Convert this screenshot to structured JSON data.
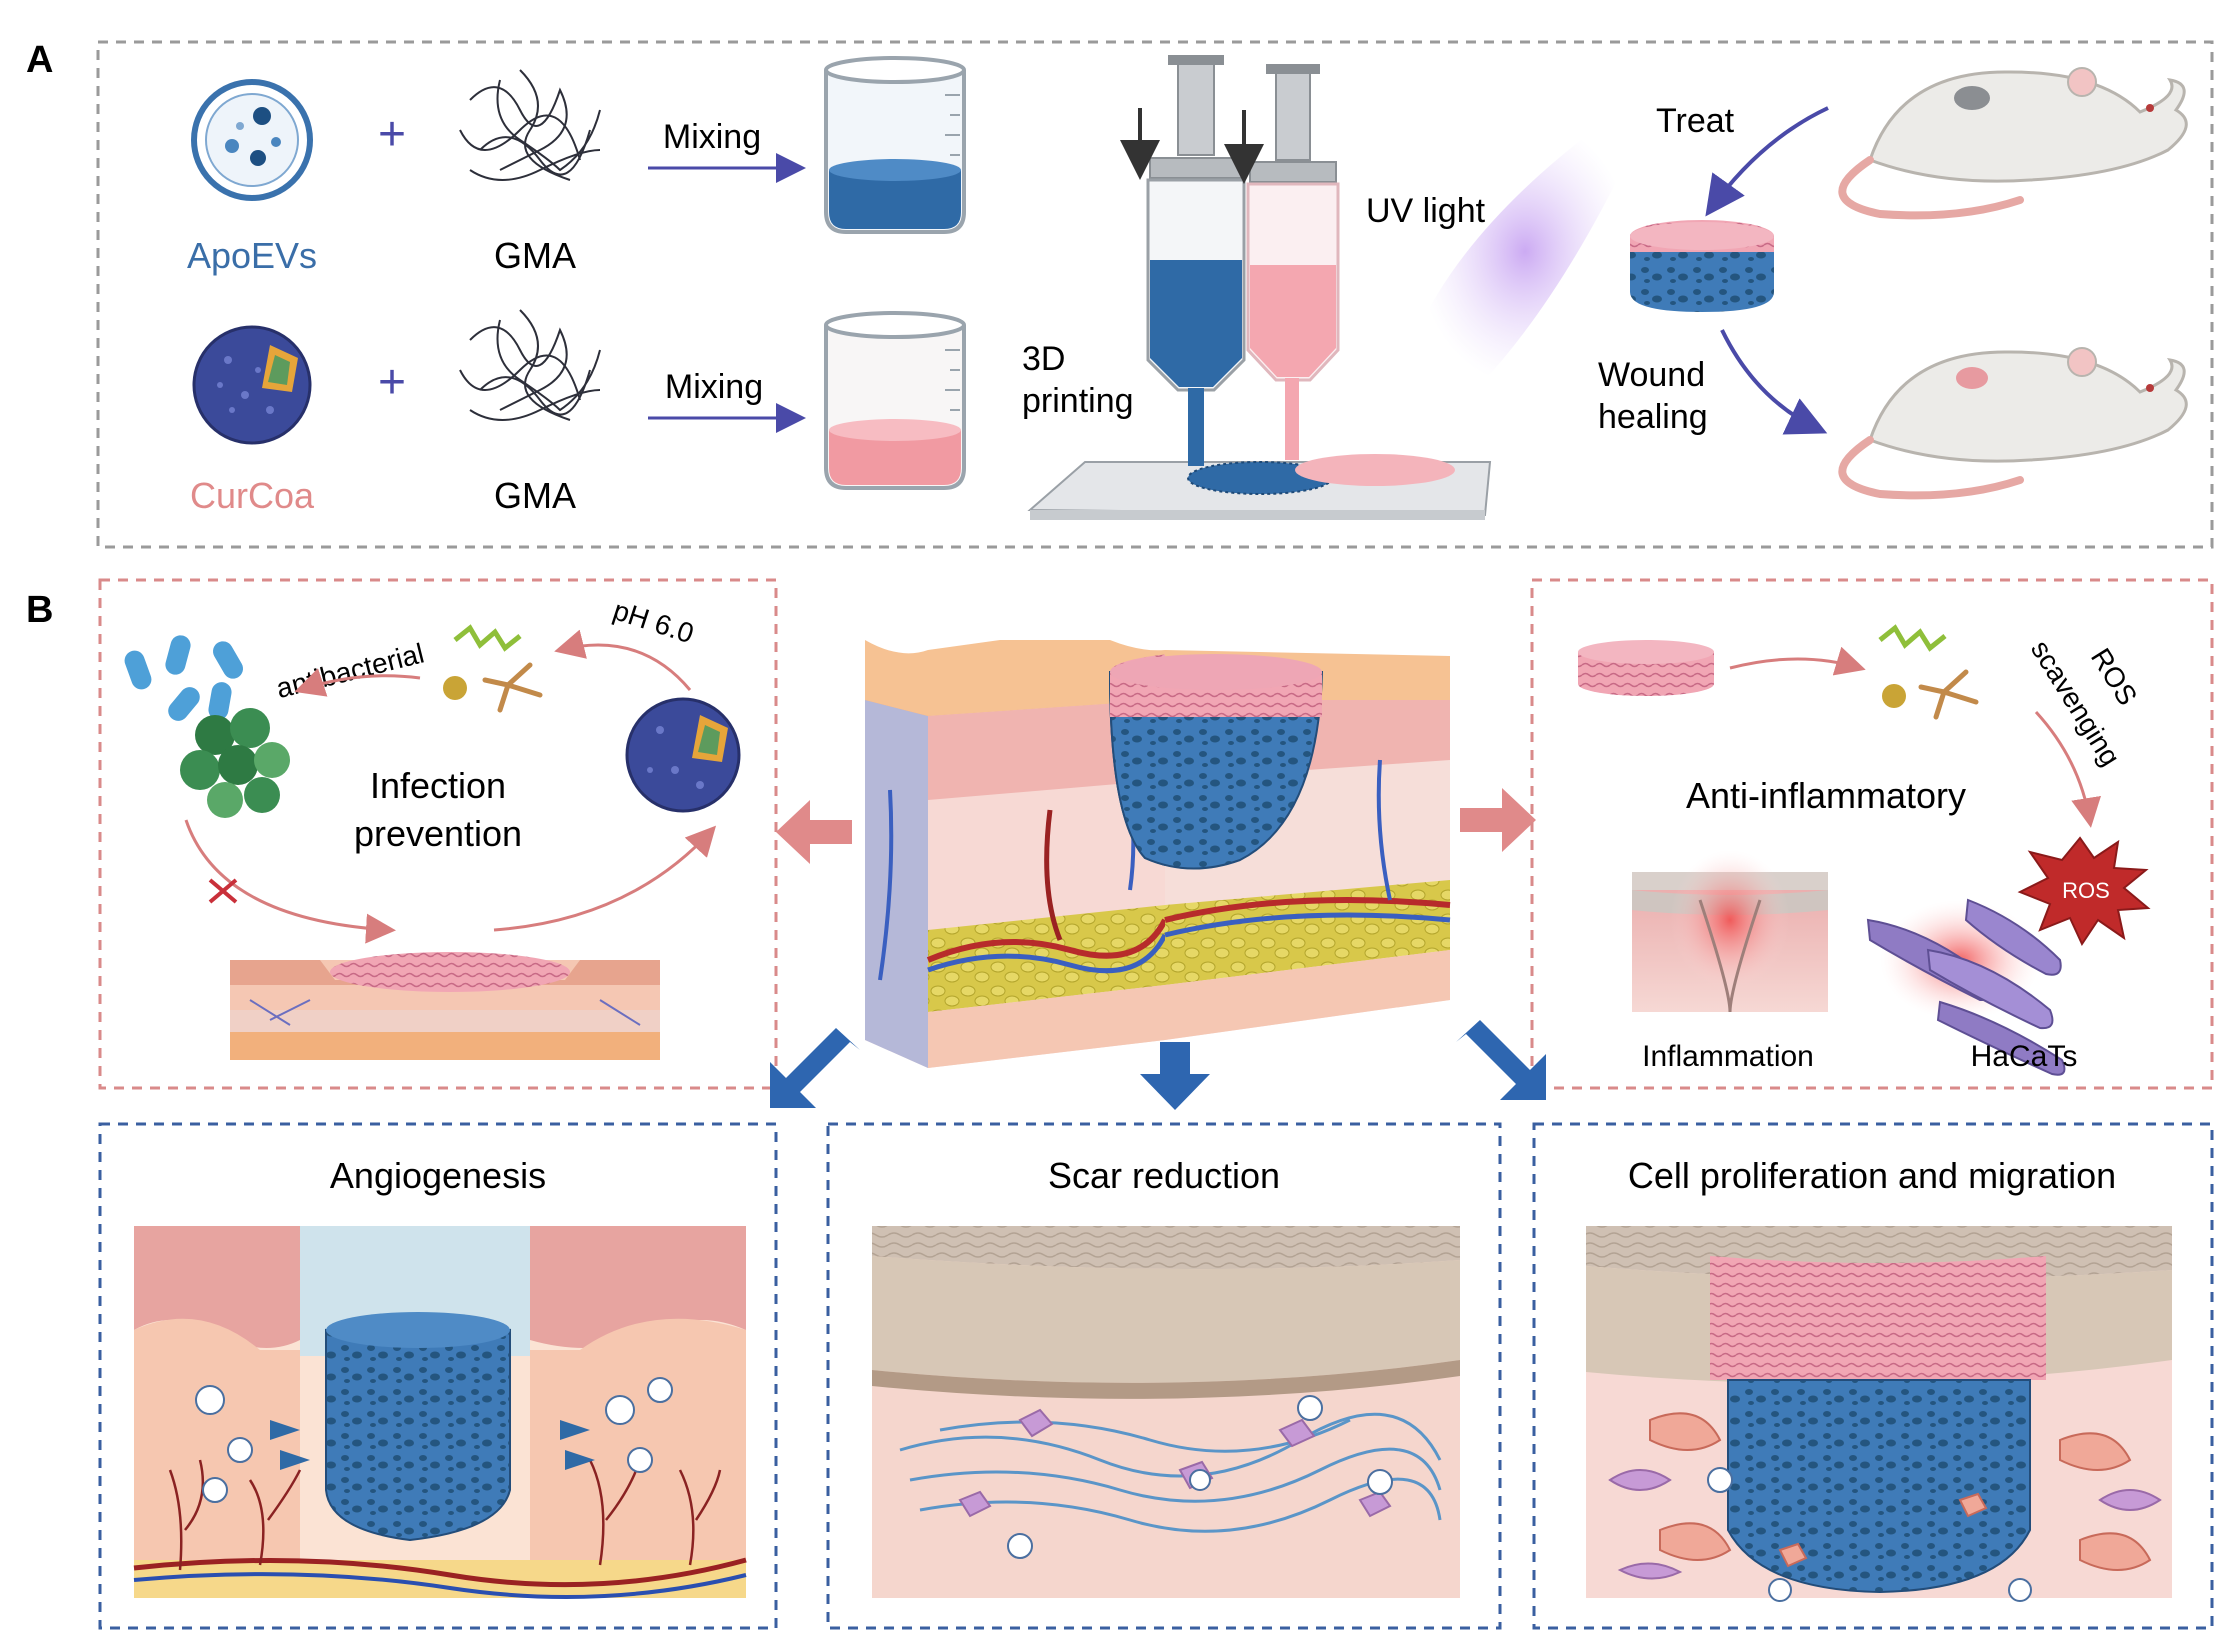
{
  "panelA": {
    "letter": "A",
    "apoevs": "ApoEVs",
    "curcoa": "CurCoa",
    "gma_top": "GMA",
    "gma_bottom": "GMA",
    "plus": "+",
    "mixing_top": "Mixing",
    "mixing_bottom": "Mixing",
    "printing_line1": "3D",
    "printing_line2": "printing",
    "uv_light": "UV light",
    "treat": "Treat",
    "wound_line1": "Wound",
    "wound_line2": "healing"
  },
  "panelB": {
    "letter": "B",
    "antibacterial": "antibacterial",
    "ph": "pH 6.0",
    "infection_line1": "Infection",
    "infection_line2": "prevention",
    "ros_line1": "ROS",
    "ros_line2": "scavenging",
    "anti_inflammatory": "Anti-inflammatory",
    "ros_burst": "ROS",
    "inflammation": "Inflammation",
    "hacats": "HaCaTs",
    "angiogenesis": "Angiogenesis",
    "scar_reduction": "Scar reduction",
    "cell_prolif": "Cell proliferation and migration"
  },
  "colors": {
    "blue_text": "#3a6ea8",
    "pink_text": "#e08a8a",
    "arrow_purple": "#4a4aa8",
    "dash_gray": "#9a9a9a",
    "dash_pink": "#d98a8a",
    "dash_blue": "#3a5fa0",
    "hydrogel_blue": "#3a72ad",
    "hydrogel_pink": "#f2a0aa",
    "big_arrow_blue": "#2e66b0",
    "big_arrow_pink": "#e08a8a"
  }
}
